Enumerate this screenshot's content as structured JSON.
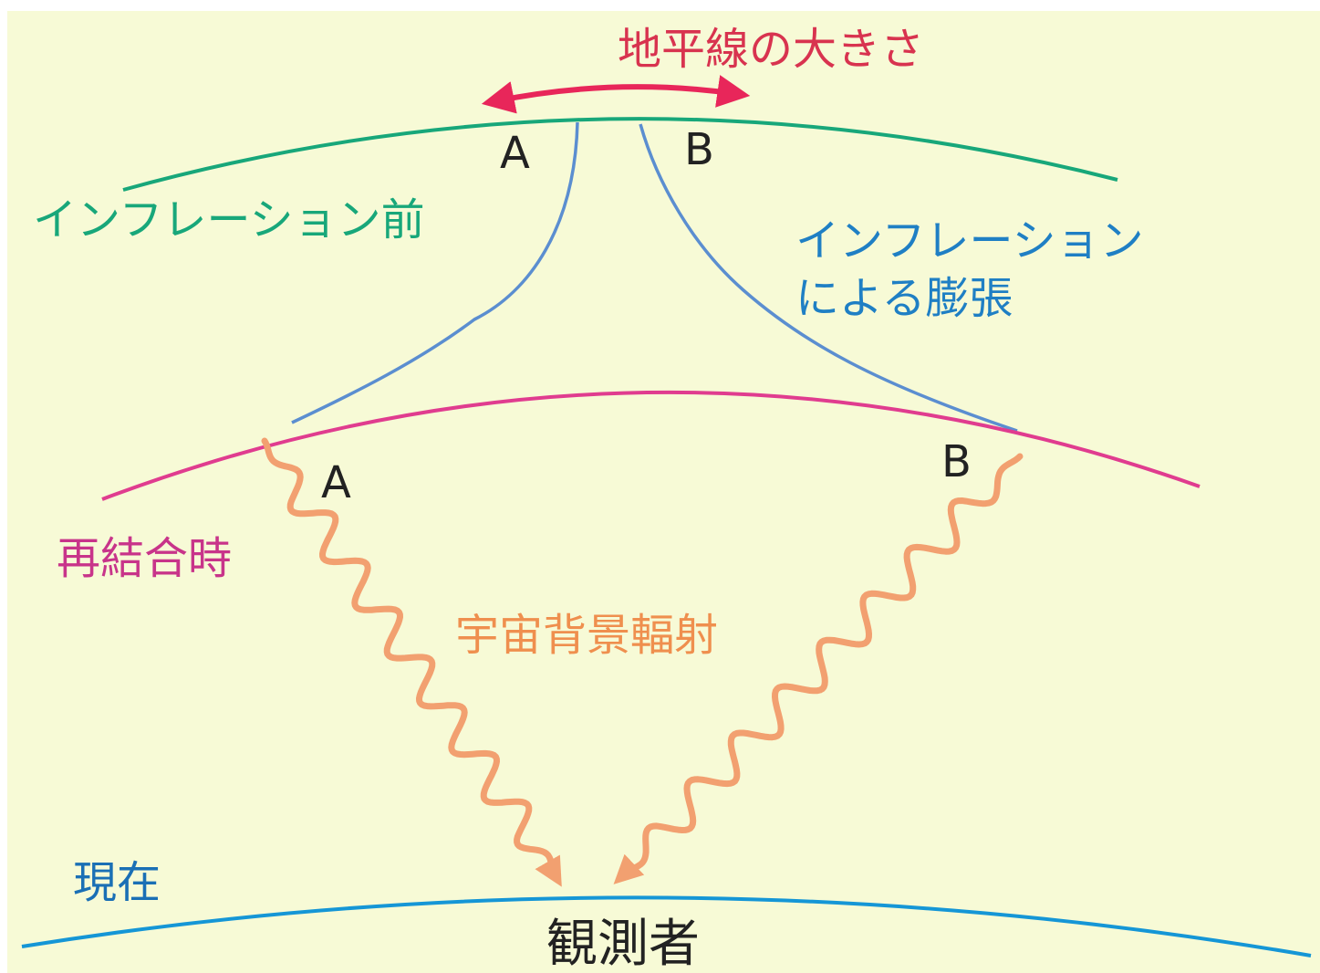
{
  "labels": {
    "horizon_size": "地平線の大きさ",
    "before_inflation": "インフレーション前",
    "inflation_expansion_line1": "インフレーション",
    "inflation_expansion_line2": "による膨張",
    "recombination": "再結合時",
    "cmb": "宇宙背景輻射",
    "present": "現在",
    "observer": "観測者",
    "point_a_top": "A",
    "point_b_top": "B",
    "point_a_bottom": "A",
    "point_b_bottom": "B"
  },
  "colors": {
    "background": "#f7fad6",
    "before_inflation": "#18a77a",
    "inflation": "#5b8ed0",
    "inflation_text": "#1f7fc4",
    "recombination": "#e03c8f",
    "recombination_text": "#c8348a",
    "cmb": "#f2a070",
    "cmb_text": "#ef8f4e",
    "present": "#1596d6",
    "present_text": "#1a6fb5",
    "horizon": "#e8265a",
    "horizon_text": "#d8334f",
    "point_label": "#222222"
  }
}
